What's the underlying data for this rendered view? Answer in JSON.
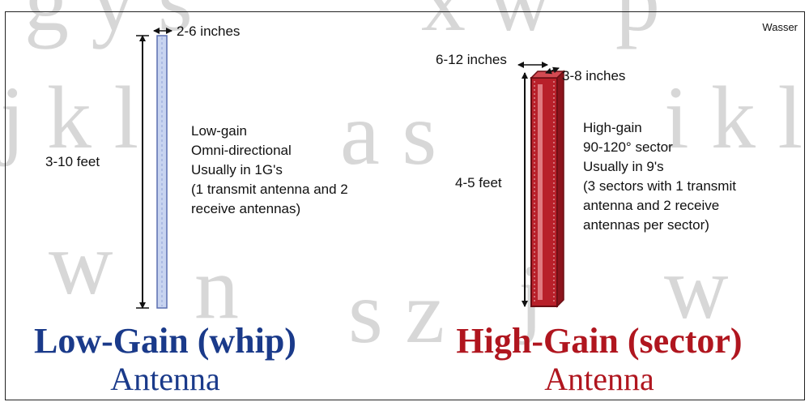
{
  "credit": "Wasser",
  "low_gain": {
    "height_label": "3-10 feet",
    "width_label": "2-6 inches",
    "description": [
      "Low-gain",
      "Omni-directional",
      "Usually in 1G's",
      "(1 transmit antenna and 2",
      "receive antennas)"
    ],
    "title": "Low-Gain (whip)",
    "subtitle": "Antenna",
    "color": "#1a3a8a"
  },
  "high_gain": {
    "height_label": "4-5 feet",
    "width_label": "6-12 inches",
    "depth_label": "3-8 inches",
    "description": [
      "High-gain",
      "90-120° sector",
      "Usually in 9's",
      "(3 sectors with 1 transmit",
      "antenna and 2 receive",
      "antennas per sector)"
    ],
    "title": "High-Gain (sector)",
    "subtitle": "Antenna",
    "color": "#b0161f"
  }
}
